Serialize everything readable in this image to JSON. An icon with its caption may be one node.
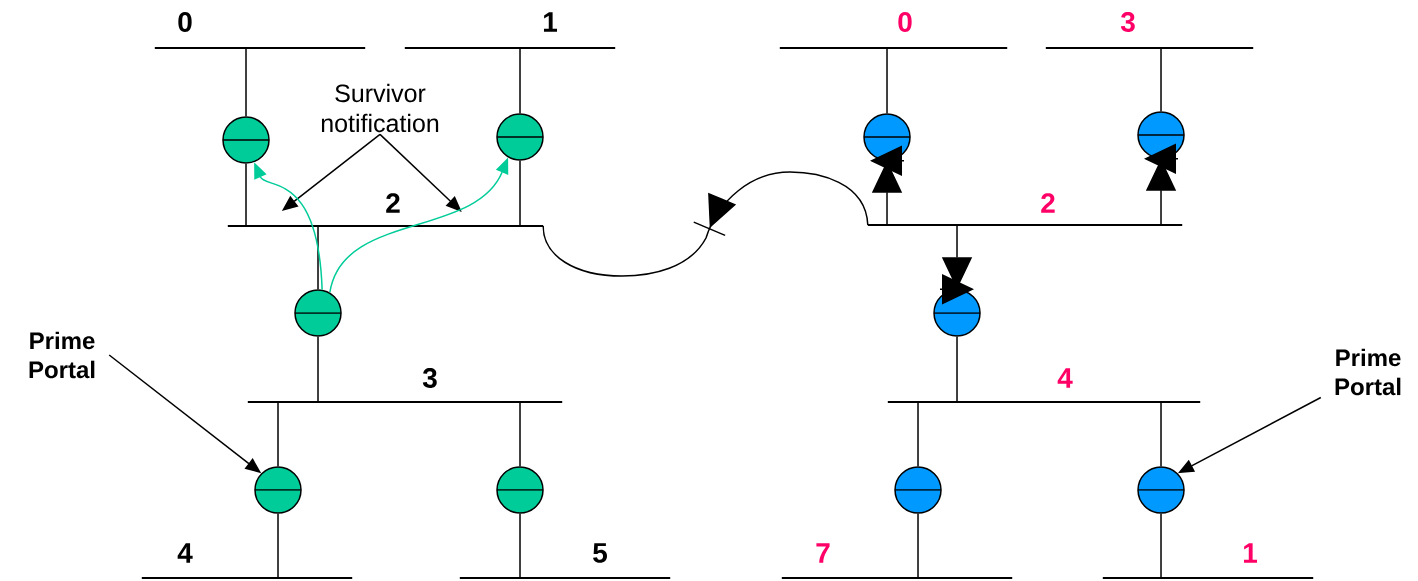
{
  "diagram": {
    "nodes": [
      {
        "text": [],
        "shape": "bar",
        "beside": [
          "0"
        ]
      },
      {
        "text": [],
        "shape": "bar",
        "beside": [
          "1"
        ]
      },
      {
        "text": [],
        "shape": "bar",
        "beside": [
          "0"
        ]
      },
      {
        "text": [],
        "shape": "bar",
        "beside": [
          "3"
        ]
      },
      {
        "text": [],
        "shape": "circle"
      },
      {
        "text": [
          "Survivor notification"
        ]
      },
      {
        "text": [],
        "shape": "circle"
      },
      {
        "text": [],
        "shape": "circle"
      },
      {
        "text": [],
        "shape": "circle"
      },
      {
        "text": [],
        "shape": "bar",
        "beside": [
          "2"
        ]
      },
      {
        "text": [],
        "shape": "bar",
        "beside": [
          "2"
        ]
      },
      {
        "text": [],
        "shape": "circle"
      },
      {
        "text": [],
        "shape": "circle"
      },
      {
        "text": [
          "Prime Portal"
        ]
      },
      {
        "text": [],
        "shape": "bar",
        "beside": [
          "3"
        ]
      },
      {
        "text": [],
        "shape": "bar",
        "beside": [
          "4"
        ]
      },
      {
        "text": [
          "Prime Portal"
        ]
      },
      {
        "text": [],
        "shape": "circle"
      },
      {
        "text": [],
        "shape": "circle"
      },
      {
        "text": [],
        "shape": "circle"
      },
      {
        "text": [],
        "shape": "circle"
      },
      {
        "text": [],
        "shape": "bar",
        "beside": [
          "4"
        ]
      },
      {
        "text": [],
        "shape": "bar",
        "beside": [
          "5"
        ]
      },
      {
        "text": [],
        "shape": "bar",
        "beside": [
          "7"
        ]
      },
      {
        "text": [],
        "shape": "bar",
        "beside": [
          "1"
        ]
      }
    ],
    "edges": [
      {
        "from": 0,
        "to": 4,
        "arrow": "none"
      },
      {
        "from": 4,
        "to": 9,
        "arrow": "none"
      },
      {
        "from": 1,
        "to": 6,
        "arrow": "none"
      },
      {
        "from": 6,
        "to": 9,
        "arrow": "none"
      },
      {
        "from": 9,
        "to": 11,
        "arrow": "none"
      },
      {
        "from": 11,
        "to": 14,
        "arrow": "none"
      },
      {
        "from": 14,
        "to": 17,
        "arrow": "none"
      },
      {
        "from": 17,
        "to": 21,
        "arrow": "none"
      },
      {
        "from": 14,
        "to": 18,
        "arrow": "none"
      },
      {
        "from": 18,
        "to": 22,
        "arrow": "none"
      },
      {
        "from": 2,
        "to": 7,
        "arrow": "none"
      },
      {
        "from": 10,
        "to": 7,
        "arrow": "to"
      },
      {
        "from": 3,
        "to": 8,
        "arrow": "none"
      },
      {
        "from": 10,
        "to": 8,
        "arrow": "to"
      },
      {
        "from": 10,
        "to": 12,
        "arrow": "to"
      },
      {
        "from": 12,
        "to": 15,
        "arrow": "none"
      },
      {
        "from": 15,
        "to": 19,
        "arrow": "none"
      },
      {
        "from": 19,
        "to": 23,
        "arrow": "none"
      },
      {
        "from": 15,
        "to": 20,
        "arrow": "none"
      },
      {
        "from": 20,
        "to": 24,
        "arrow": "none"
      },
      {
        "from": 5,
        "to": 9,
        "arrow": "to"
      },
      {
        "from": 5,
        "to": 9,
        "arrow": "to"
      },
      {
        "from": 11,
        "to": 4,
        "arrow": "to",
        "color": "#00cc99"
      },
      {
        "from": 11,
        "to": 6,
        "arrow": "to",
        "color": "#00cc99"
      },
      {
        "from": 13,
        "to": 17,
        "arrow": "to"
      },
      {
        "from": 16,
        "to": 20,
        "arrow": "to"
      },
      {
        "from": 10,
        "to": 9,
        "arrow": "to"
      }
    ]
  }
}
